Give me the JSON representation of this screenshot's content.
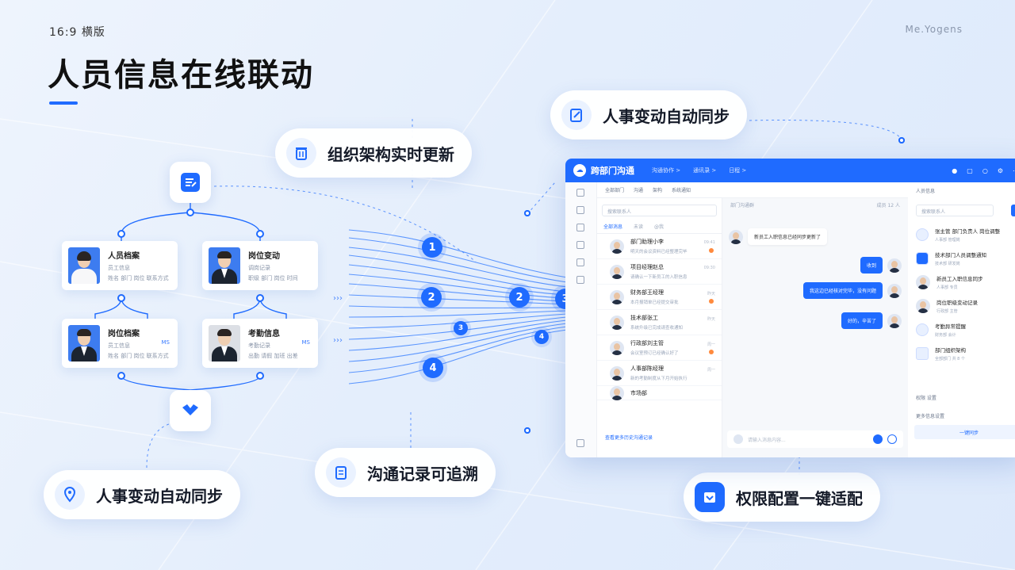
{
  "header": {
    "tag": "16:9 横版",
    "brand": "Me.Yogens",
    "title": "人员信息在线联动"
  },
  "features": {
    "top_right": "人事变动自动同步",
    "top_center": "组织架构实时更新",
    "bottom_left": "人事变动自动同步",
    "bottom_center": "沟通记录可追溯",
    "bottom_right": "权限配置一键适配"
  },
  "cards": [
    {
      "name": "人员档案",
      "role": "员工信息",
      "desc": "姓名 部门 岗位 联系方式",
      "badge": ""
    },
    {
      "name": "岗位变动",
      "role": "调岗记录",
      "desc": "职级 部门 岗位 时间",
      "badge": ""
    },
    {
      "name": "岗位档案",
      "role": "员工信息",
      "desc": "姓名 部门 岗位 联系方式",
      "badge": "MS"
    },
    {
      "name": "考勤信息",
      "role": "考勤记录",
      "desc": "出勤 请假 加班 出差",
      "badge": "MS"
    }
  ],
  "steps": [
    "1",
    "2",
    "2",
    "3",
    "3",
    "4",
    "4"
  ],
  "app": {
    "name": "跨部门沟通",
    "nav": [
      "沟通协作 >",
      "通讯录 >",
      "日程 >"
    ],
    "toolbar": [
      "全部部门",
      "沟通",
      "架构",
      "系统通知"
    ],
    "search_placeholder": "搜索联系人",
    "list_tabs": [
      "全部消息",
      "未读",
      "@我"
    ],
    "contacts": [
      {
        "name": "部门助理小李",
        "preview": "明天的会议资料已经整理完毕",
        "time": "09:41"
      },
      {
        "name": "项目经理赵总",
        "preview": "请确认一下新员工的入职信息",
        "time": "09:30"
      },
      {
        "name": "财务部王经理",
        "preview": "本月报销单已经提交审批",
        "time": "昨天"
      },
      {
        "name": "技术部张工",
        "preview": "系统升级已完成请查收通知",
        "time": "昨天"
      },
      {
        "name": "行政部刘主管",
        "preview": "会议室预订已经确认好了",
        "time": "周一"
      },
      {
        "name": "人事部陈经理",
        "preview": "新的考勤制度从下月开始执行",
        "time": "周一"
      },
      {
        "name": "市场部",
        "preview": "",
        "time": ""
      }
    ],
    "list_footer": "查看更多历史沟通记录",
    "chat_header": "部门沟通群",
    "chat_header_right": "成员 12 人",
    "messages": [
      {
        "side": "left",
        "text": "新员工入职信息已经同步更新了"
      },
      {
        "side": "right",
        "text": "收到"
      },
      {
        "side": "right",
        "text": "我这边已经核对完毕，没有问题"
      },
      {
        "side": "right",
        "text": "好的，辛苦了"
      }
    ],
    "input_placeholder": "请输入消息内容...",
    "side_top": "人员信息",
    "side_search": "搜索联系人",
    "side_items": [
      {
        "name": "张主管 部门负责人 岗位调整",
        "sub": "人事部 管理岗"
      },
      {
        "name": "技术部门人员调整通知",
        "sub": "技术部 研发岗"
      },
      {
        "name": "新员工入职信息同步",
        "sub": "人事部 专员"
      },
      {
        "name": "岗位职级变动记录",
        "sub": "行政部 主管"
      },
      {
        "name": "考勤异常提醒",
        "sub": "财务部 会计"
      },
      {
        "name": "部门组织架构",
        "sub": "全部部门 共 8 个"
      }
    ],
    "side_footer_1": "权限 设置",
    "side_footer_2": "更多信息设置",
    "side_button": "一键同步"
  },
  "colors": {
    "accent": "#1f6bff",
    "background": "#e8f0fc"
  }
}
